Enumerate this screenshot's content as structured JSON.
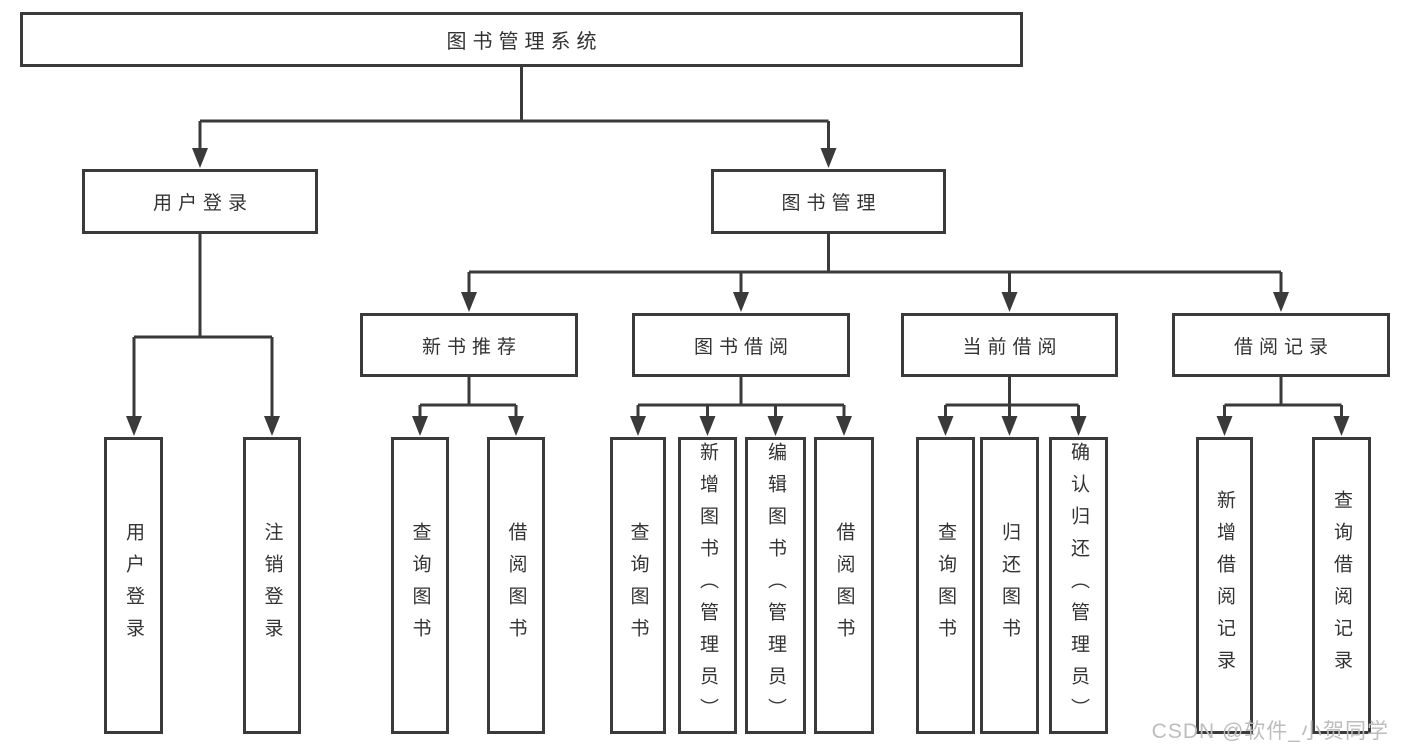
{
  "diagram": {
    "root": {
      "label": "图书管理系统"
    },
    "branches": [
      {
        "label": "用户登录",
        "children": [
          {
            "label": "用户登录"
          },
          {
            "label": "注销登录"
          }
        ]
      },
      {
        "label": "图书管理",
        "children": [
          {
            "label": "新书推荐",
            "children": [
              {
                "label": "查询图书"
              },
              {
                "label": "借阅图书"
              }
            ]
          },
          {
            "label": "图书借阅",
            "children": [
              {
                "label": "查询图书"
              },
              {
                "label": "新增图书（管理员）"
              },
              {
                "label": "编辑图书（管理员）"
              },
              {
                "label": "借阅图书"
              }
            ]
          },
          {
            "label": "当前借阅",
            "children": [
              {
                "label": "查询图书"
              },
              {
                "label": "归还图书"
              },
              {
                "label": "确认归还（管理员）"
              }
            ]
          },
          {
            "label": "借阅记录",
            "children": [
              {
                "label": "新增借阅记录"
              },
              {
                "label": "查询借阅记录"
              }
            ]
          }
        ]
      }
    ],
    "watermark": "CSDN @软件_小贺同学",
    "colors": {
      "line": "#3a3a3a",
      "text": "#333333",
      "watermark": "#bdbdbd",
      "background": "#ffffff"
    }
  }
}
